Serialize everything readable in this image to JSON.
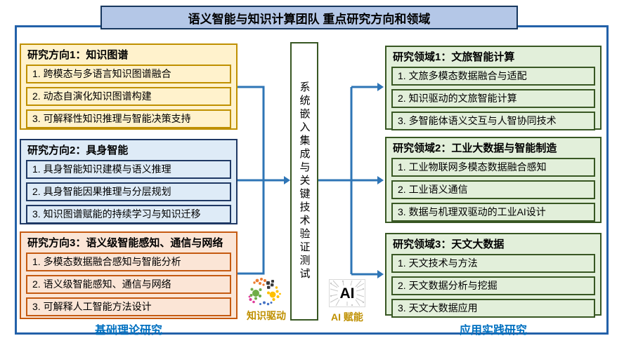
{
  "title": "语义智能与知识计算团队 重点研究方向和领域",
  "left_column": {
    "boxes": [
      {
        "header": "研究方向1：知识图谱",
        "items": [
          "1. 跨模态与多语言知识图谱融合",
          "2. 动态自演化知识图谱构建",
          "3. 可解释性知识推理与智能决策支持"
        ],
        "accent": "#BF9000",
        "fill": "#FFF2CC"
      },
      {
        "header": "研究方向2：具身智能",
        "items": [
          "1. 具身智能知识建模与语义推理",
          "2. 具身智能因果推理与分层规划",
          "3. 知识图谱赋能的持续学习与知识迁移"
        ],
        "accent": "#1F3864",
        "fill": "#DEEBF7"
      },
      {
        "header": "研究方向3：语义级智能感知、通信与网络",
        "items": [
          "1. 多模态数据融合感知与智能分析",
          "2. 语义级智能感知、通信与网络",
          "3. 可解释人工智能方法设计"
        ],
        "accent": "#C55A11",
        "fill": "#FBE5D6"
      }
    ],
    "footer_label": "基础理论研究"
  },
  "center": {
    "box_text": "系统嵌入集成与关键技术验证测试",
    "knowledge_caption": "知识驱动",
    "ai_caption": "AI 赋能",
    "ai_icon_text": "AI"
  },
  "right_column": {
    "boxes": [
      {
        "header": "研究领域1：文旅智能计算",
        "items": [
          "1. 文旅多模态数据融合与适配",
          "2. 知识驱动的文旅智能计算",
          "3. 多智能体语义交互与人智协同技术"
        ],
        "accent": "#385723",
        "fill": "#E2EFDA"
      },
      {
        "header": "研究领域2：工业大数据与智能制造",
        "items": [
          "1. 工业物联网多模态数据融合感知",
          "2. 工业语义通信",
          "3. 数据与机理双驱动的工业AI设计"
        ],
        "accent": "#385723",
        "fill": "#E2EFDA"
      },
      {
        "header": "研究领域3：天文大数据",
        "items": [
          "1. 天文技术与方法",
          "2. 天文数据分析与挖掘",
          "3. 天文大数据应用"
        ],
        "accent": "#385723",
        "fill": "#E2EFDA"
      }
    ],
    "footer_label": "应用实践研究"
  },
  "colors": {
    "arrow_blue": "#2E75B6",
    "outer_frame_blue": "#2361A9",
    "footer_label_blue": "#0070C0",
    "caption_gold": "#BF9000",
    "title_fill": "#B4C7E7"
  }
}
